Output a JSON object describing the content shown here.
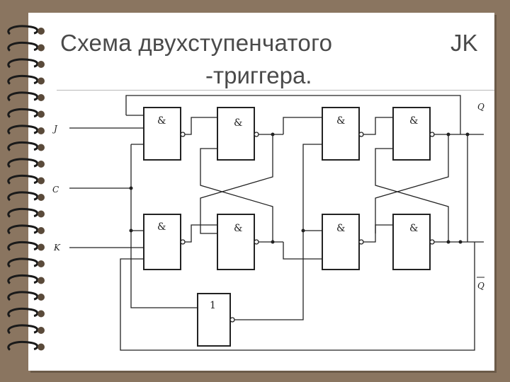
{
  "title": {
    "line1": "Схема двухступенчатого",
    "line2": "-триггера.",
    "jk": "JK"
  },
  "inputs": {
    "j": "J",
    "c": "C",
    "k": "K"
  },
  "outputs": {
    "q": "Q",
    "q_bar": "Q"
  },
  "gates": {
    "and_symbol": "&",
    "or_symbol": "1"
  },
  "colors": {
    "background": "#8a7560",
    "page": "#ffffff",
    "wire": "#222222",
    "title_text": "#4a4a4a"
  }
}
